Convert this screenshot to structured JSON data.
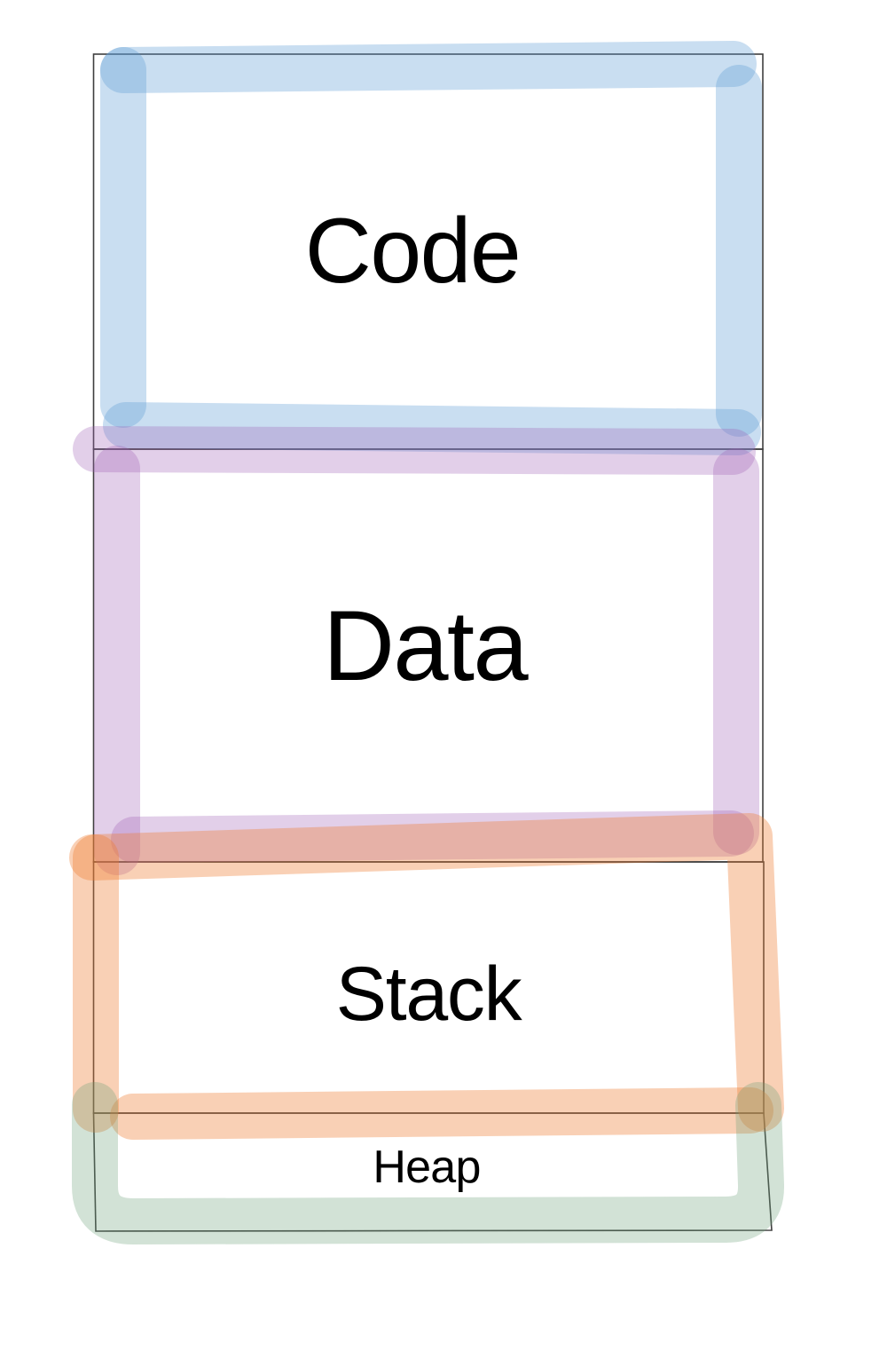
{
  "diagram": {
    "background_color": "#ffffff",
    "outline_color": "#3f3f3f",
    "text_color": "#000000",
    "sections": [
      {
        "label": "Code",
        "highlight_color": "#5b9bd5"
      },
      {
        "label": "Data",
        "highlight_color": "#9e5fb5"
      },
      {
        "label": "Stack",
        "highlight_color": "#ed7d31"
      },
      {
        "label": "Heap",
        "highlight_color": "#6b9e78"
      }
    ]
  }
}
